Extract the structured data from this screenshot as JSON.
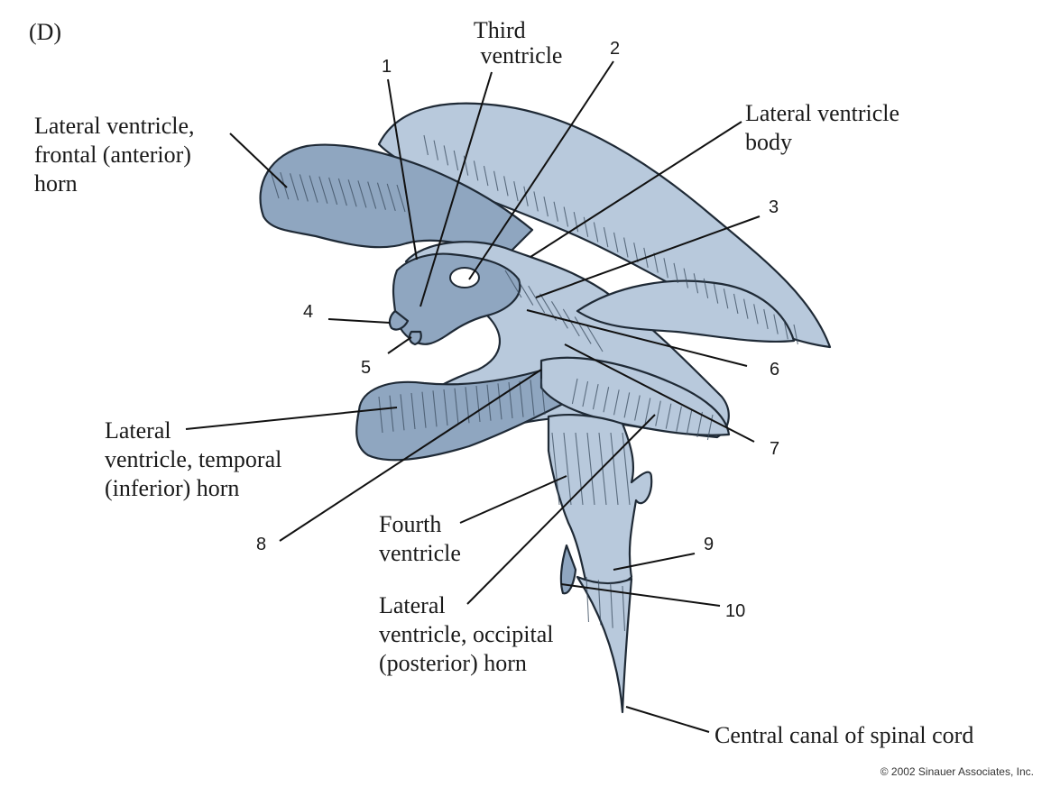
{
  "panel_label": "(D)",
  "labels": {
    "third_ventricle": [
      "Third",
      "ventricle"
    ],
    "lateral_frontal": [
      "Lateral ventricle,",
      "frontal (anterior)",
      "horn"
    ],
    "lateral_body": [
      "Lateral ventricle",
      "body"
    ],
    "lateral_temporal": [
      "Lateral",
      "ventricle, temporal",
      "(inferior) horn"
    ],
    "fourth_ventricle": [
      "Fourth",
      "ventricle"
    ],
    "lateral_occipital": [
      "Lateral",
      "ventricle, occipital",
      "(posterior) horn"
    ],
    "central_canal": "Central canal of spinal cord"
  },
  "numbers": [
    "1",
    "2",
    "3",
    "4",
    "5",
    "6",
    "7",
    "8",
    "9",
    "10"
  ],
  "copyright": "© 2002 Sinauer Associates, Inc.",
  "colors": {
    "ventricle_fill": "#b8c9dc",
    "ventricle_shadow": "#8fa6c0",
    "outline": "#1f2a36"
  }
}
